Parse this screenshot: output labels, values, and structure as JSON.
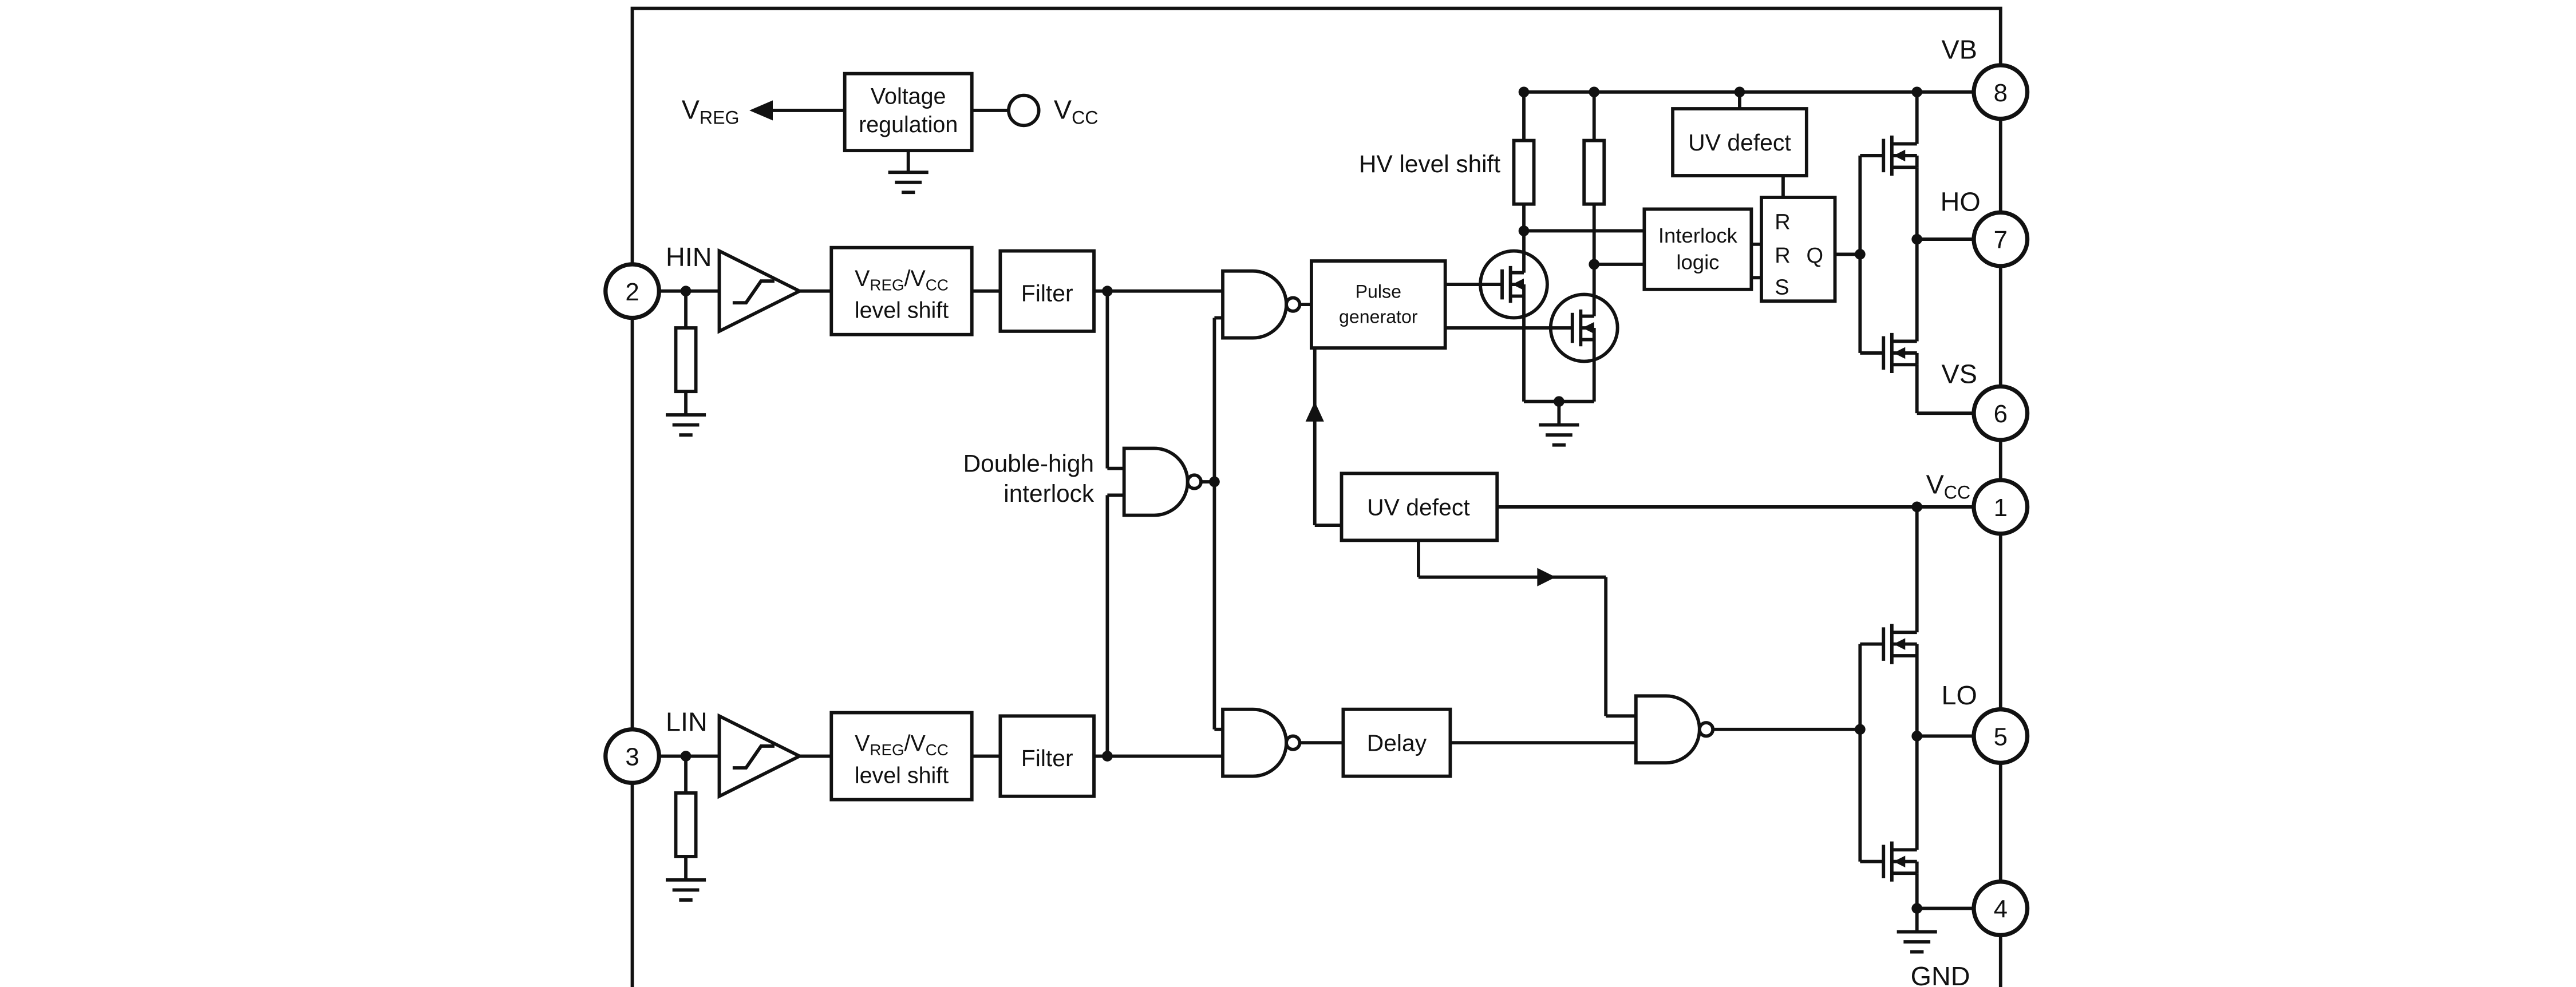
{
  "colors": {
    "line": "#111111",
    "background": "#ffffff"
  },
  "regulator": {
    "vreg_main": "V",
    "vreg_sub": "REG",
    "box_line1": "Voltage",
    "box_line2": "regulation",
    "vcc_main": "V",
    "vcc_sub": "CC"
  },
  "high_channel": {
    "pin": {
      "num": "2",
      "label": "HIN"
    },
    "level_shift": {
      "v": "V",
      "reg": "REG",
      "sv": "/V",
      "cc": "CC",
      "line2": "level shift"
    },
    "filter": "Filter",
    "pulse_generator": {
      "line1": "Pulse",
      "line2": "generator"
    },
    "hv_level_shift": "HV level shift",
    "uv_defect": "UV defect",
    "interlock_logic": {
      "line1": "Interlock",
      "line2": "logic"
    },
    "latch": {
      "r_top": "R",
      "r_mid": "R",
      "q": "Q",
      "s": "S"
    }
  },
  "low_channel": {
    "pin": {
      "num": "3",
      "label": "LIN"
    },
    "level_shift": {
      "v": "V",
      "reg": "REG",
      "sv": "/V",
      "cc": "CC",
      "line2": "level shift"
    },
    "filter": "Filter",
    "delay": "Delay",
    "uv_defect": "UV defect",
    "double_high_interlock": {
      "line1": "Double-high",
      "line2": "interlock"
    }
  },
  "pins_right": {
    "vb": {
      "num": "8",
      "label": "VB"
    },
    "ho": {
      "num": "7",
      "label": "HO"
    },
    "vs": {
      "num": "6",
      "label": "VS"
    },
    "vcc": {
      "num": "1",
      "label_main": "V",
      "label_sub": "CC"
    },
    "lo": {
      "num": "5",
      "label": "LO"
    },
    "gnd": {
      "num": "4",
      "label": "GND"
    }
  }
}
